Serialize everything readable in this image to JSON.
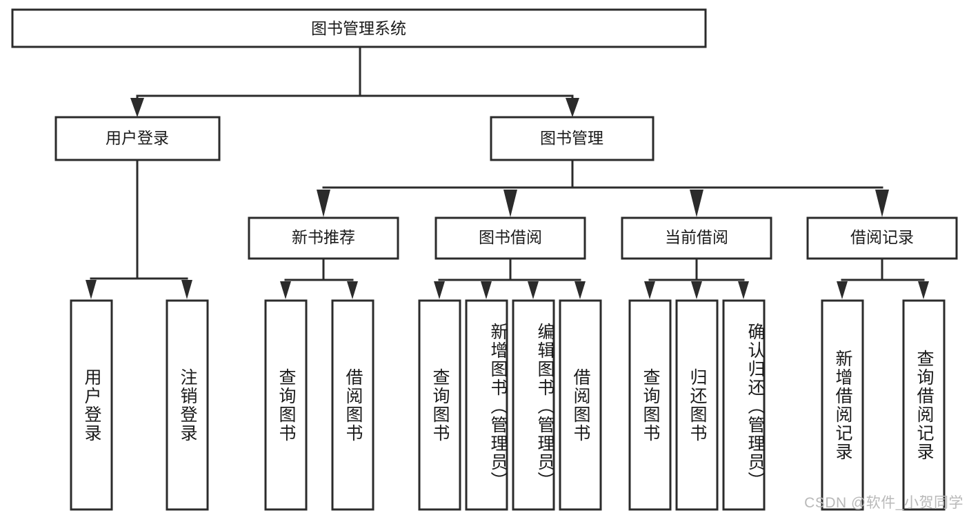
{
  "diagram": {
    "type": "tree-hierarchy-chart",
    "title": "图书管理系统",
    "watermark": "CSDN @软件_小贺同学",
    "colors": {
      "stroke": "#2b2b2b",
      "fill": "#ffffff",
      "text": "#1a1a1a",
      "watermark": "#b9b9b9"
    },
    "root": {
      "id": "root",
      "label": "图书管理系统"
    },
    "level2": [
      {
        "id": "user-login",
        "label": "用户登录"
      },
      {
        "id": "book-manage",
        "label": "图书管理"
      }
    ],
    "level3": [
      {
        "id": "new-book-recommend",
        "label": "新书推荐",
        "parent": "book-manage"
      },
      {
        "id": "book-borrow",
        "label": "图书借阅",
        "parent": "book-manage"
      },
      {
        "id": "current-borrow",
        "label": "当前借阅",
        "parent": "book-manage"
      },
      {
        "id": "borrow-record",
        "label": "借阅记录",
        "parent": "book-manage"
      }
    ],
    "leaves": [
      {
        "id": "leaf-user-login",
        "label": "用户登录",
        "parent": "user-login"
      },
      {
        "id": "leaf-logout-login",
        "label": "注销登录",
        "parent": "user-login"
      },
      {
        "id": "leaf-query-book-1",
        "label": "查询图书",
        "parent": "new-book-recommend"
      },
      {
        "id": "leaf-borrow-book-1",
        "label": "借阅图书",
        "parent": "new-book-recommend"
      },
      {
        "id": "leaf-query-book-2",
        "label": "查询图书",
        "parent": "book-borrow"
      },
      {
        "id": "leaf-add-book",
        "label": "新增图书（管理员）",
        "parent": "book-borrow"
      },
      {
        "id": "leaf-edit-book",
        "label": "编辑图书（管理员）",
        "parent": "book-borrow"
      },
      {
        "id": "leaf-borrow-book-2",
        "label": "借阅图书",
        "parent": "book-borrow"
      },
      {
        "id": "leaf-query-book-3",
        "label": "查询图书",
        "parent": "current-borrow"
      },
      {
        "id": "leaf-return-book",
        "label": "归还图书",
        "parent": "current-borrow"
      },
      {
        "id": "leaf-confirm-return",
        "label": "确认归还（管理员）",
        "parent": "current-borrow"
      },
      {
        "id": "leaf-add-record",
        "label": "新增借阅记录",
        "parent": "borrow-record"
      },
      {
        "id": "leaf-query-record",
        "label": "查询借阅记录",
        "parent": "borrow-record"
      }
    ]
  }
}
